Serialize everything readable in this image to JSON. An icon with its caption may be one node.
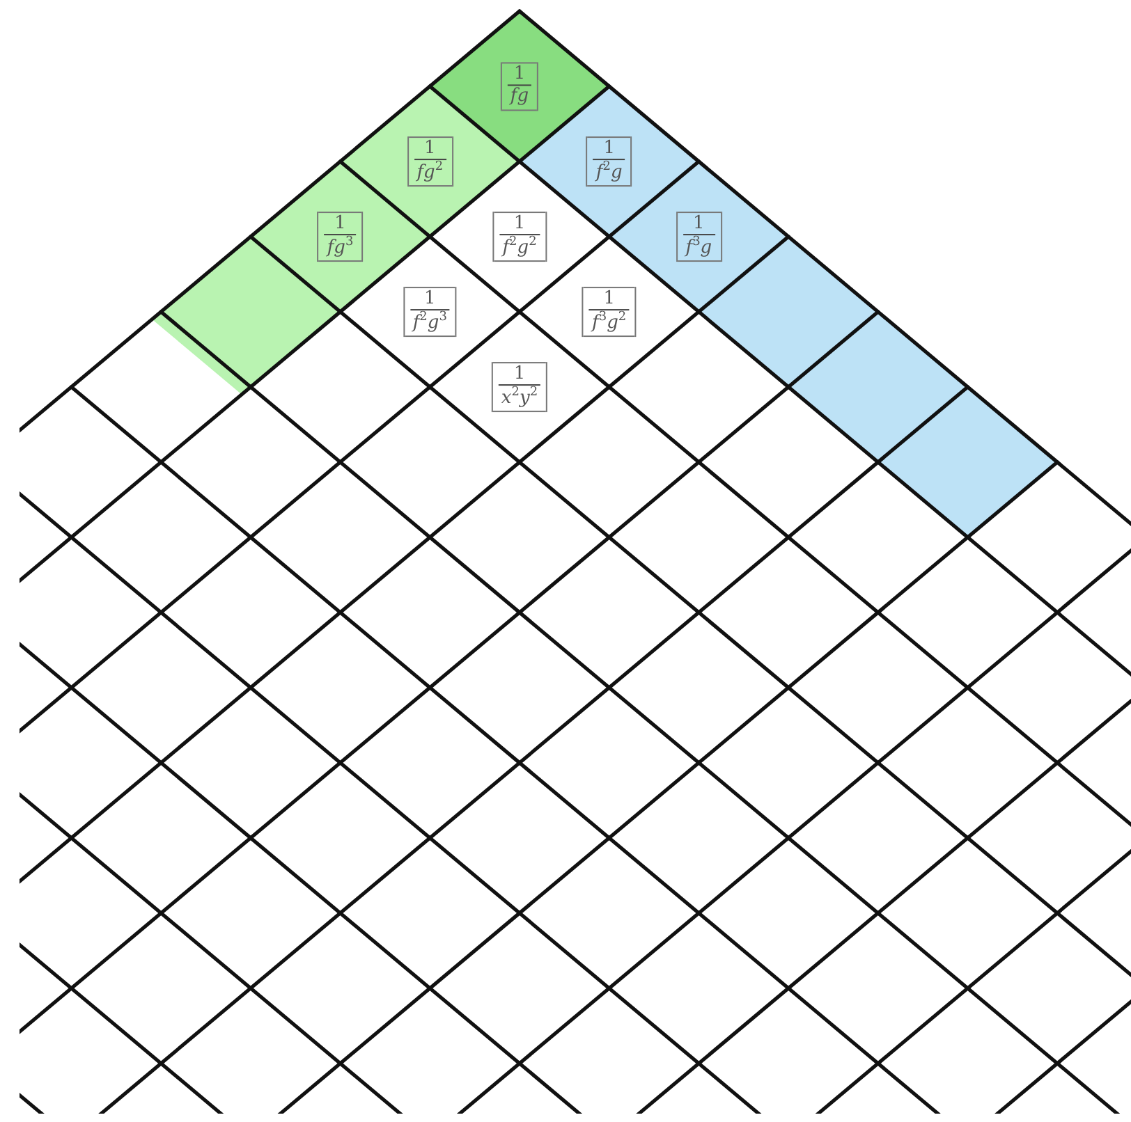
{
  "diagram": {
    "labels": [
      "1",
      "fg",
      "1",
      "fg$^{2}$",
      "1",
      "f$^{2}$g",
      "1",
      "fg$^{3}$",
      "1",
      "f$^{2}$g$^{2}$",
      "1",
      "f$^{3}$g",
      "1",
      "f$^{2}$g$^{3}$",
      "1",
      "f$^{3}$g$^{2}$",
      "1",
      "x$^{2}$y$^{2}$"
    ]
  }
}
